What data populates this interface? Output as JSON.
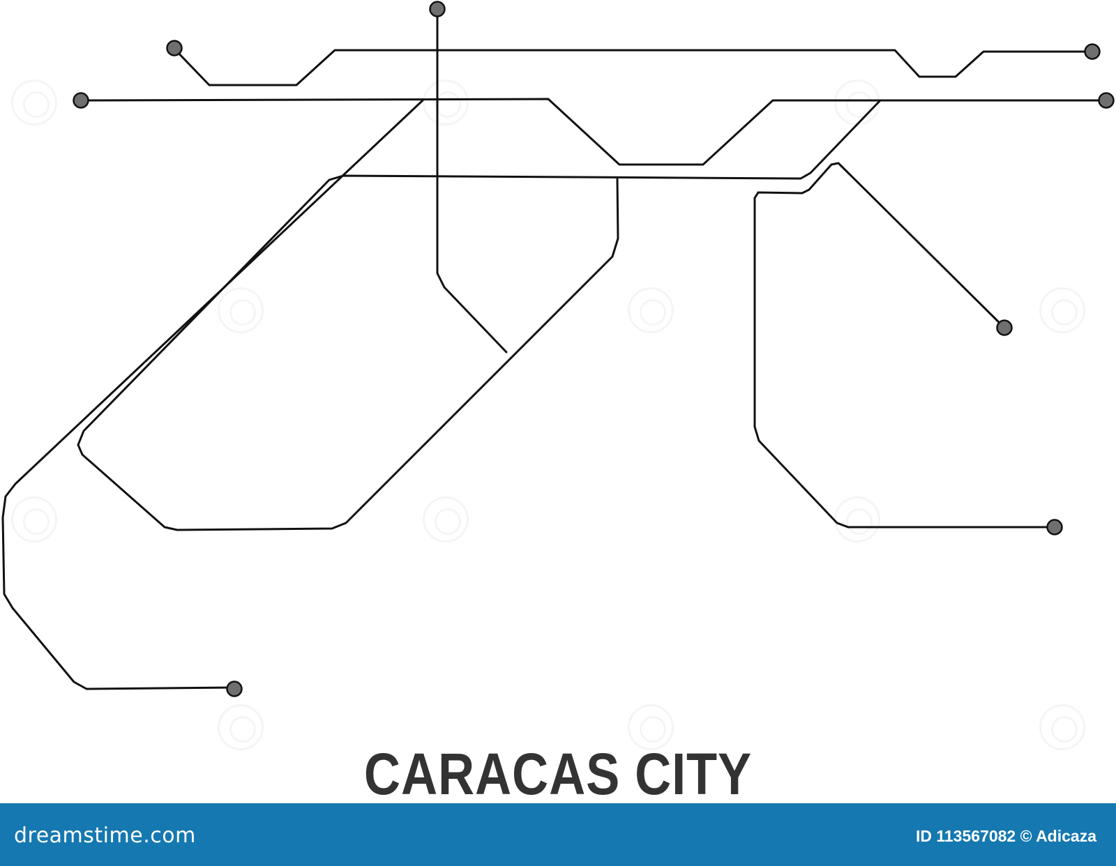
{
  "map": {
    "title": "CARACAS CITY",
    "line_color": "#111111",
    "terminal_fill": "#6f6f6f",
    "background_color": "#ffffff"
  },
  "footer": {
    "brand": "dreamstime.com",
    "credit": "ID 113567082 © Adicaza",
    "bar_color": "#1578b0"
  }
}
